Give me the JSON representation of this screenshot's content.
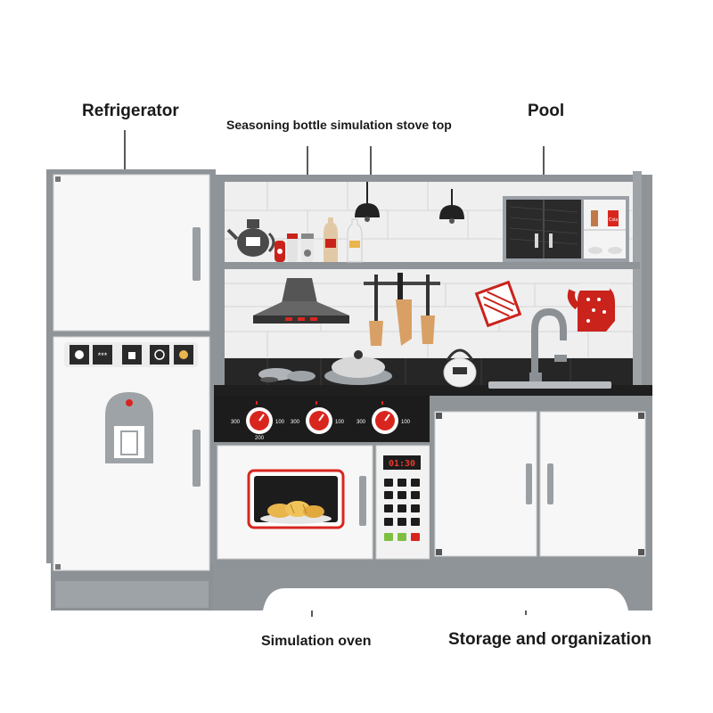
{
  "labels": {
    "refrigerator": "Refrigerator",
    "seasoning": "Seasoning bottle simulation stove top",
    "pool": "Pool",
    "oven": "Simulation oven",
    "storage": "Storage and organization"
  },
  "stove": {
    "knob_left_values": [
      "300",
      "100",
      "200"
    ],
    "knob_mid_values": [
      "300",
      "100"
    ],
    "knob_right_values": [
      "300",
      "100"
    ]
  },
  "microwave": {
    "display_time": "01:30"
  },
  "shelf": {
    "can_text": "Cola"
  },
  "colors": {
    "cabinet_gray": "#8f9499",
    "panel_white": "#f7f7f7",
    "tile": "#efefef",
    "counter_black": "#1c1c1c",
    "knob_red": "#d8261f",
    "accent_red": "#c9231c"
  },
  "icons": [
    "teapot-icon",
    "range-hood-icon",
    "pendant-lamp-icon",
    "faucet-icon",
    "kettle-icon",
    "oven-mitt-icon",
    "pot-holder-icon",
    "utensil-icon",
    "bread-icon",
    "water-dispenser-icon"
  ]
}
